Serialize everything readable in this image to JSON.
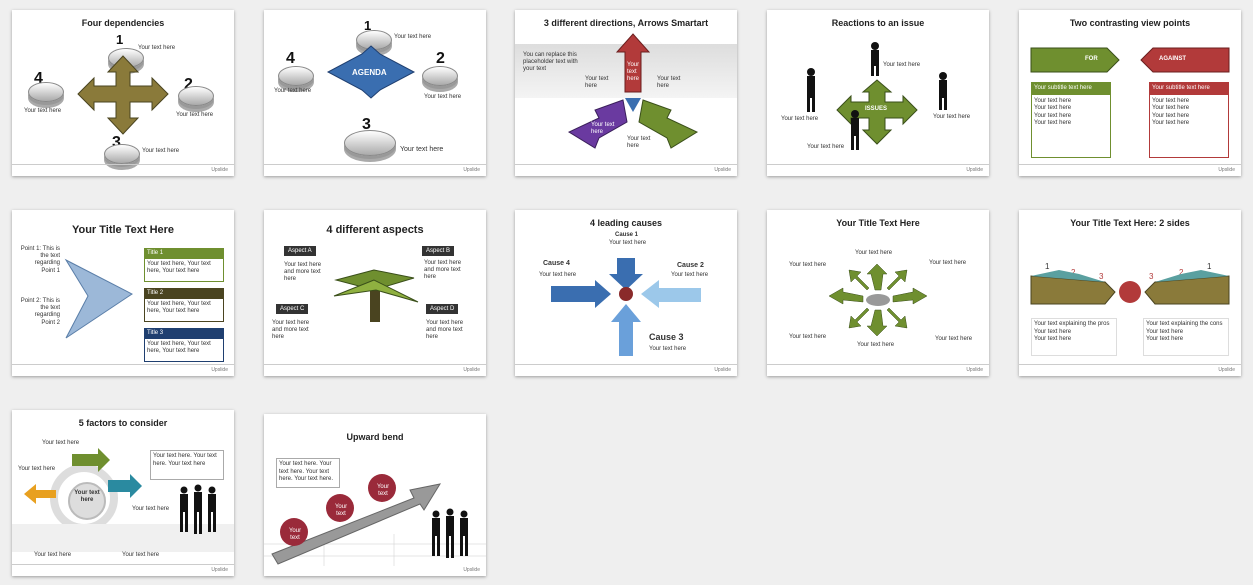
{
  "slides": [
    {
      "title": "Four dependencies",
      "numbers": [
        "1",
        "2",
        "3",
        "4"
      ],
      "labels": [
        "Your text here",
        "Your text here",
        "Your text here",
        "Your text here"
      ]
    },
    {
      "title": "",
      "numbers": [
        "1",
        "2",
        "3",
        "4"
      ],
      "center": "AGENDA",
      "labels": [
        "Your text here",
        "Your text here",
        "Your text here",
        "Your text here"
      ]
    },
    {
      "title": "3 different directions, Arrows Smartart",
      "placeholder": "You can replace this placeholder text with your text",
      "labels": [
        "Your text here",
        "Your text here",
        "Your text here",
        "Your text here",
        "Your text here"
      ]
    },
    {
      "title": "Reactions to an issue",
      "center": "ISSUES",
      "labels": [
        "Your text here",
        "Your text here",
        "Your text here",
        "Your text here"
      ]
    },
    {
      "title": "Two contrasting view points",
      "left_head": "FOR",
      "right_head": "AGAINST",
      "left_sub": "Your subtitle text here",
      "right_sub": "Your subtitle text here",
      "bullets": [
        "Your text here",
        "Your text here",
        "Your text here",
        "Your text here"
      ]
    },
    {
      "title": "Your Title Text Here",
      "left_labels": [
        "Point 1: This is the text regarding Point 1",
        "Point 2: This is the text regarding Point 2"
      ],
      "titles": [
        "Title 1",
        "Title 2",
        "Title 3"
      ],
      "body": "Your text here, Your text here, Your text here"
    },
    {
      "title": "4 different aspects",
      "aspects": [
        "Aspect A",
        "Aspect B",
        "Aspect C",
        "Aspect D"
      ],
      "body": "Your text here and more text here"
    },
    {
      "title": "4 leading causes",
      "causes": [
        "Cause 1",
        "Cause 2",
        "Cause 3",
        "Cause 4"
      ],
      "body": "Your text here"
    },
    {
      "title": "Your Title Text Here",
      "label": "Your text here"
    },
    {
      "title": "Your Title Text Here: 2 sides",
      "numbers": [
        "1",
        "2",
        "3",
        "3",
        "2",
        "1"
      ],
      "left_items": [
        "Your text explaining the pros",
        "Your text here",
        "Your text here"
      ],
      "right_items": [
        "Your text explaining the cons",
        "Your text here",
        "Your text here"
      ]
    },
    {
      "title": "5 factors to consider",
      "center": "Your text here",
      "box": "Your text here. Your text here. Your text here",
      "label": "Your text here"
    },
    {
      "title": "Upward bend",
      "box": "Your text here. Your text here. Your text here. Your text here.",
      "spheres": [
        "Your text",
        "Your text",
        "Your text"
      ]
    }
  ],
  "footer": "Upslide",
  "colors": {
    "green": "#6f8f2f",
    "red": "#b23a3a",
    "blue": "#3a6eb0",
    "purple": "#6a3aa0",
    "gold": "#8a7a3a"
  }
}
